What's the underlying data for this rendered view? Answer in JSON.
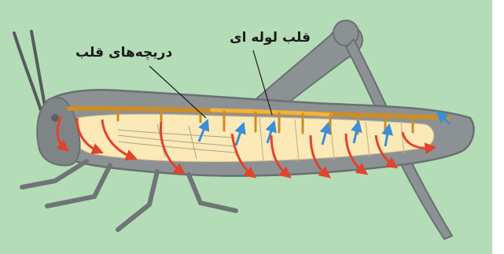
{
  "labels": {
    "heart_valves": "دریچه‌های قلب",
    "tubular_heart": "قلب لوله ای"
  },
  "colors": {
    "background": "#b4dcb6",
    "body_gray": "#8c9294",
    "body_outline": "#6a7072",
    "cavity": "#fbe9b8",
    "heart_tube": "#c98d2a",
    "valve_highlight": "#f2b23a",
    "blood_flow_arrow": "#e2432c",
    "heart_inflow_arrow": "#3a8fd8"
  },
  "icons": {
    "outflow": "red-curved-arrow",
    "inflow": "blue-arrow"
  }
}
